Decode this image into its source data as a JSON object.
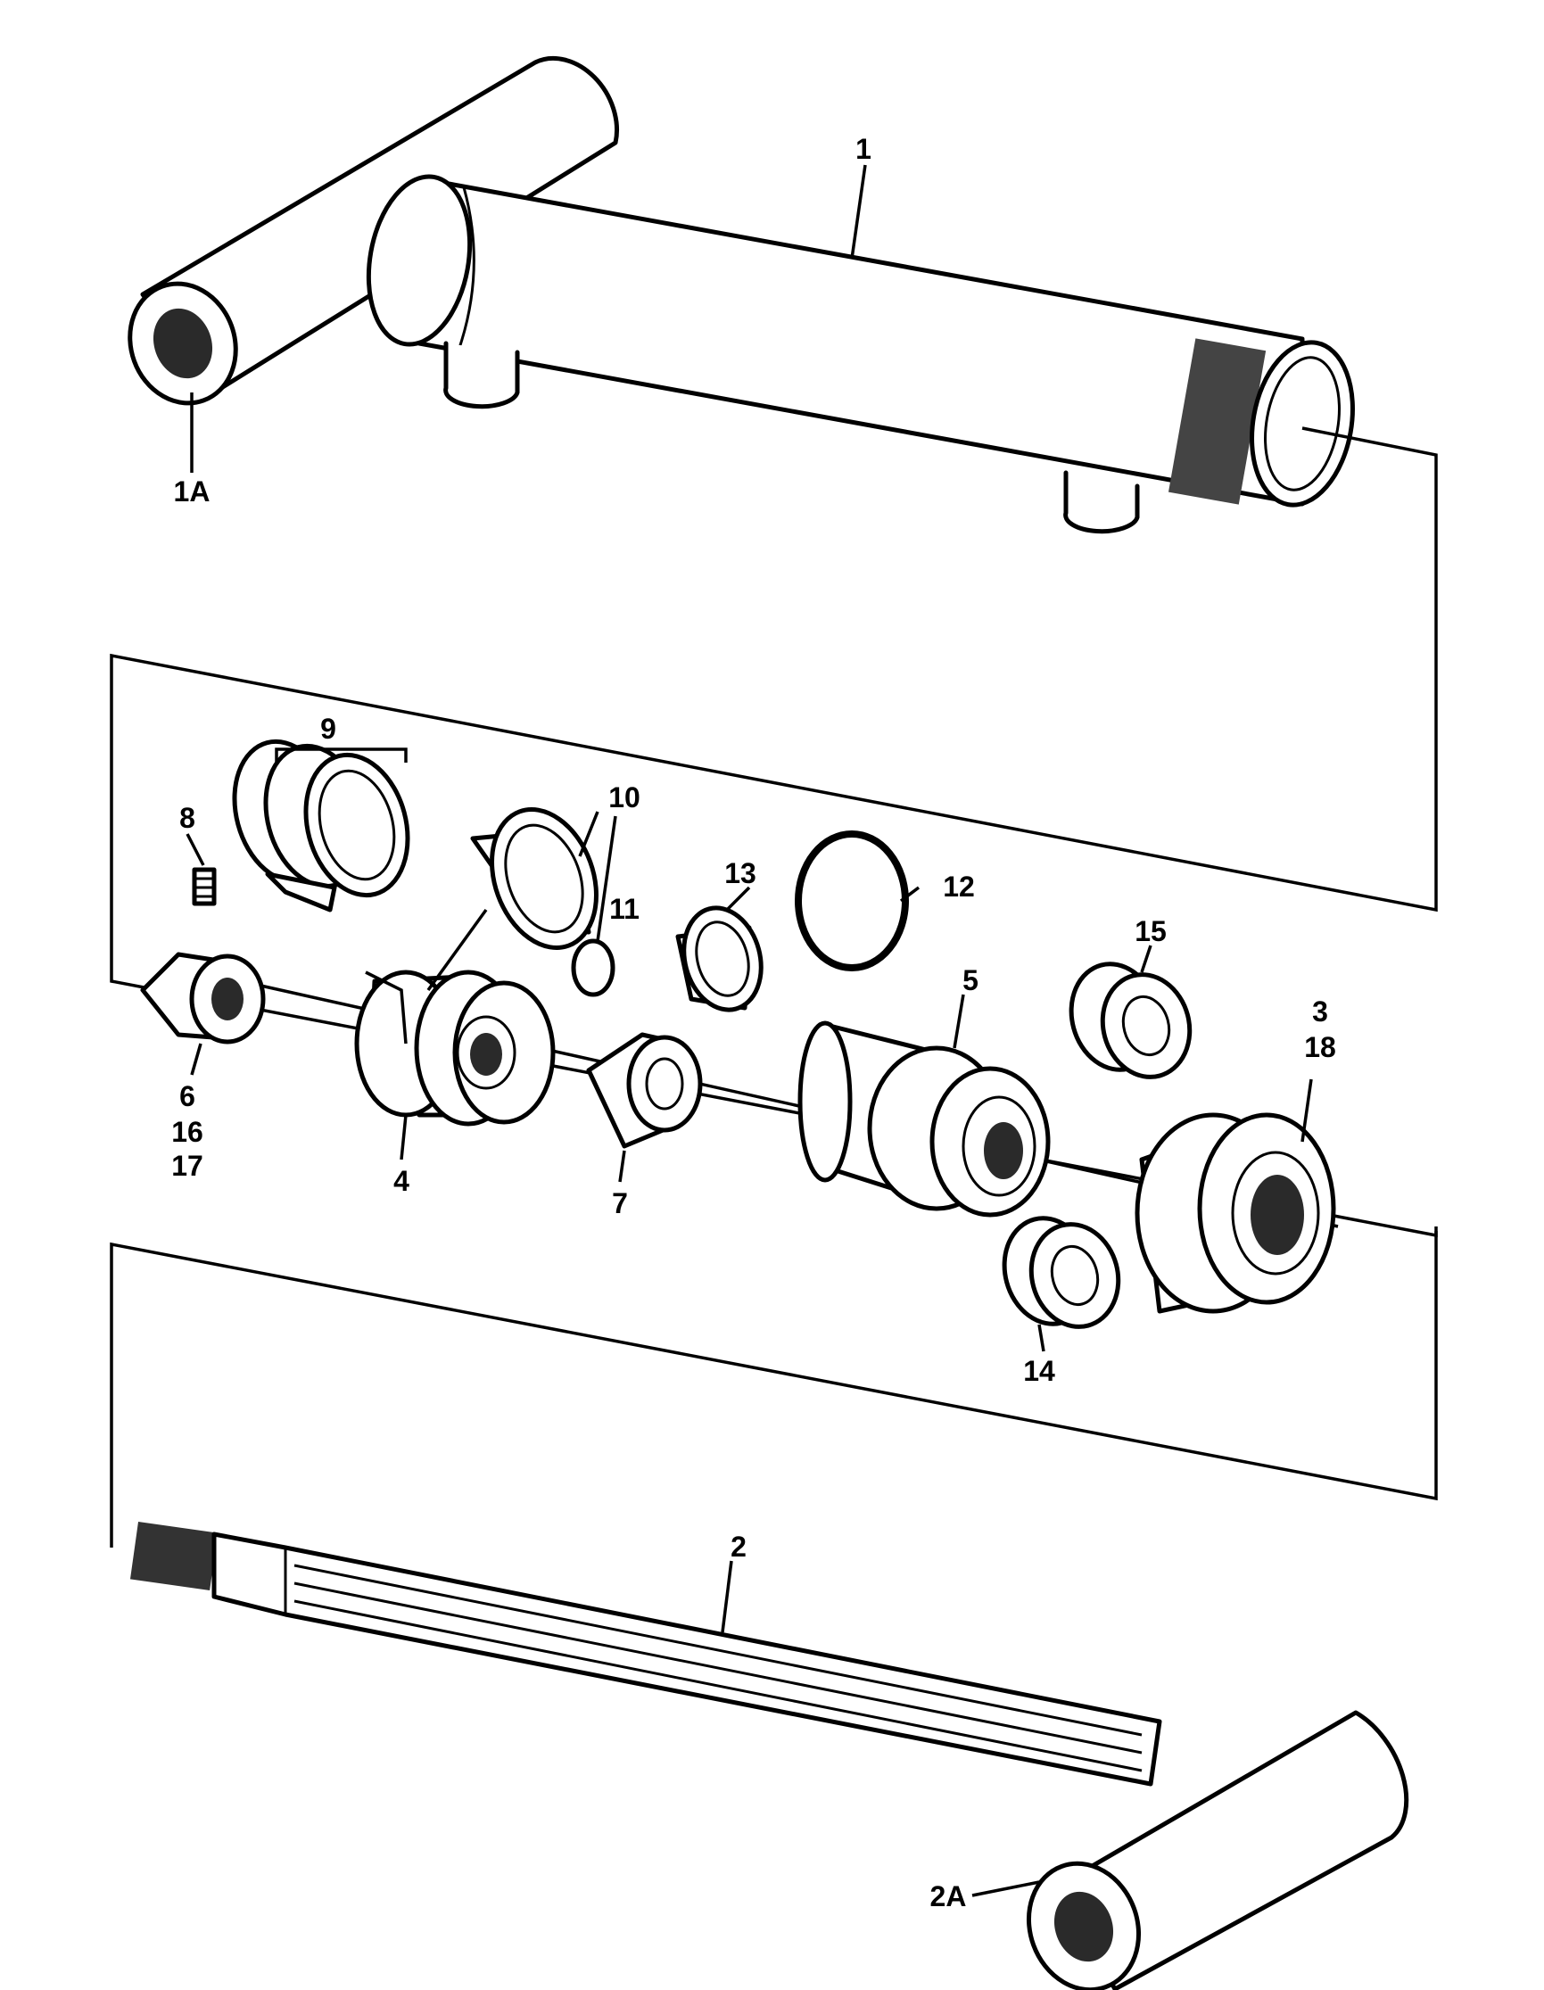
{
  "callouts": {
    "p1": "1",
    "p1A": "1A",
    "p2": "2",
    "p2A": "2A",
    "p3": "3",
    "p18": "18",
    "p4": "4",
    "p5": "5",
    "p6": "6",
    "p16": "16",
    "p17": "17",
    "p7": "7",
    "p8": "8",
    "p9": "9",
    "p10": "10",
    "p11": "11",
    "p12": "12",
    "p13": "13",
    "p14": "14",
    "p15": "15"
  }
}
